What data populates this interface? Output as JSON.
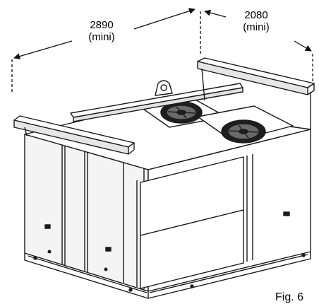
{
  "dimensions": {
    "length": {
      "value": "2890",
      "qualifier": "(mini)"
    },
    "width": {
      "value": "2080",
      "qualifier": "(mini)"
    }
  },
  "caption": {
    "text": "Fig. 6"
  },
  "colors": {
    "line": "#1a1a1a",
    "fill": "#ffffff",
    "shade": "#d9d9d9",
    "dark": "#555555"
  },
  "icons": [
    "fan-icon",
    "lifting-eye-icon",
    "dimension-arrow-icon"
  ]
}
